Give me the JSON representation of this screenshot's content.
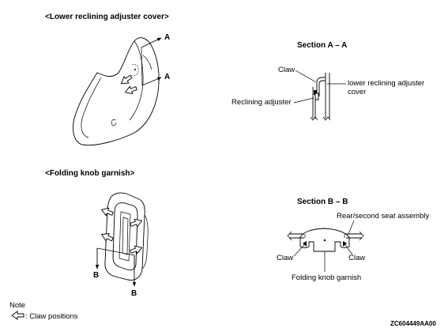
{
  "upper_section": {
    "title": "<Lower reclining adjuster cover>",
    "marker_a_top": "A",
    "marker_a_bottom": "A"
  },
  "section_a": {
    "title": "Section A – A",
    "labels": {
      "claw": "Claw",
      "cover_line1": "lower reclining adjuster",
      "cover_line2": "cover",
      "adjuster": "Reclining adjuster"
    }
  },
  "lower_section": {
    "title": "<Folding knob garnish>",
    "marker_b_left": "B",
    "marker_b_right": "B"
  },
  "section_b": {
    "title": "Section B – B",
    "labels": {
      "seat_assembly": "Rear/second seat assembly",
      "claw_left": "Claw",
      "claw_right": "Claw",
      "garnish": "Folding knob garnish"
    }
  },
  "legend": {
    "note": "Note",
    "claw_positions": ": Claw positions"
  },
  "figure_code": "ZC604449AA00",
  "icons": {
    "claw_arrow": "hollow-arrow-icon",
    "section_arrow": "section-cut-arrow-icon"
  }
}
